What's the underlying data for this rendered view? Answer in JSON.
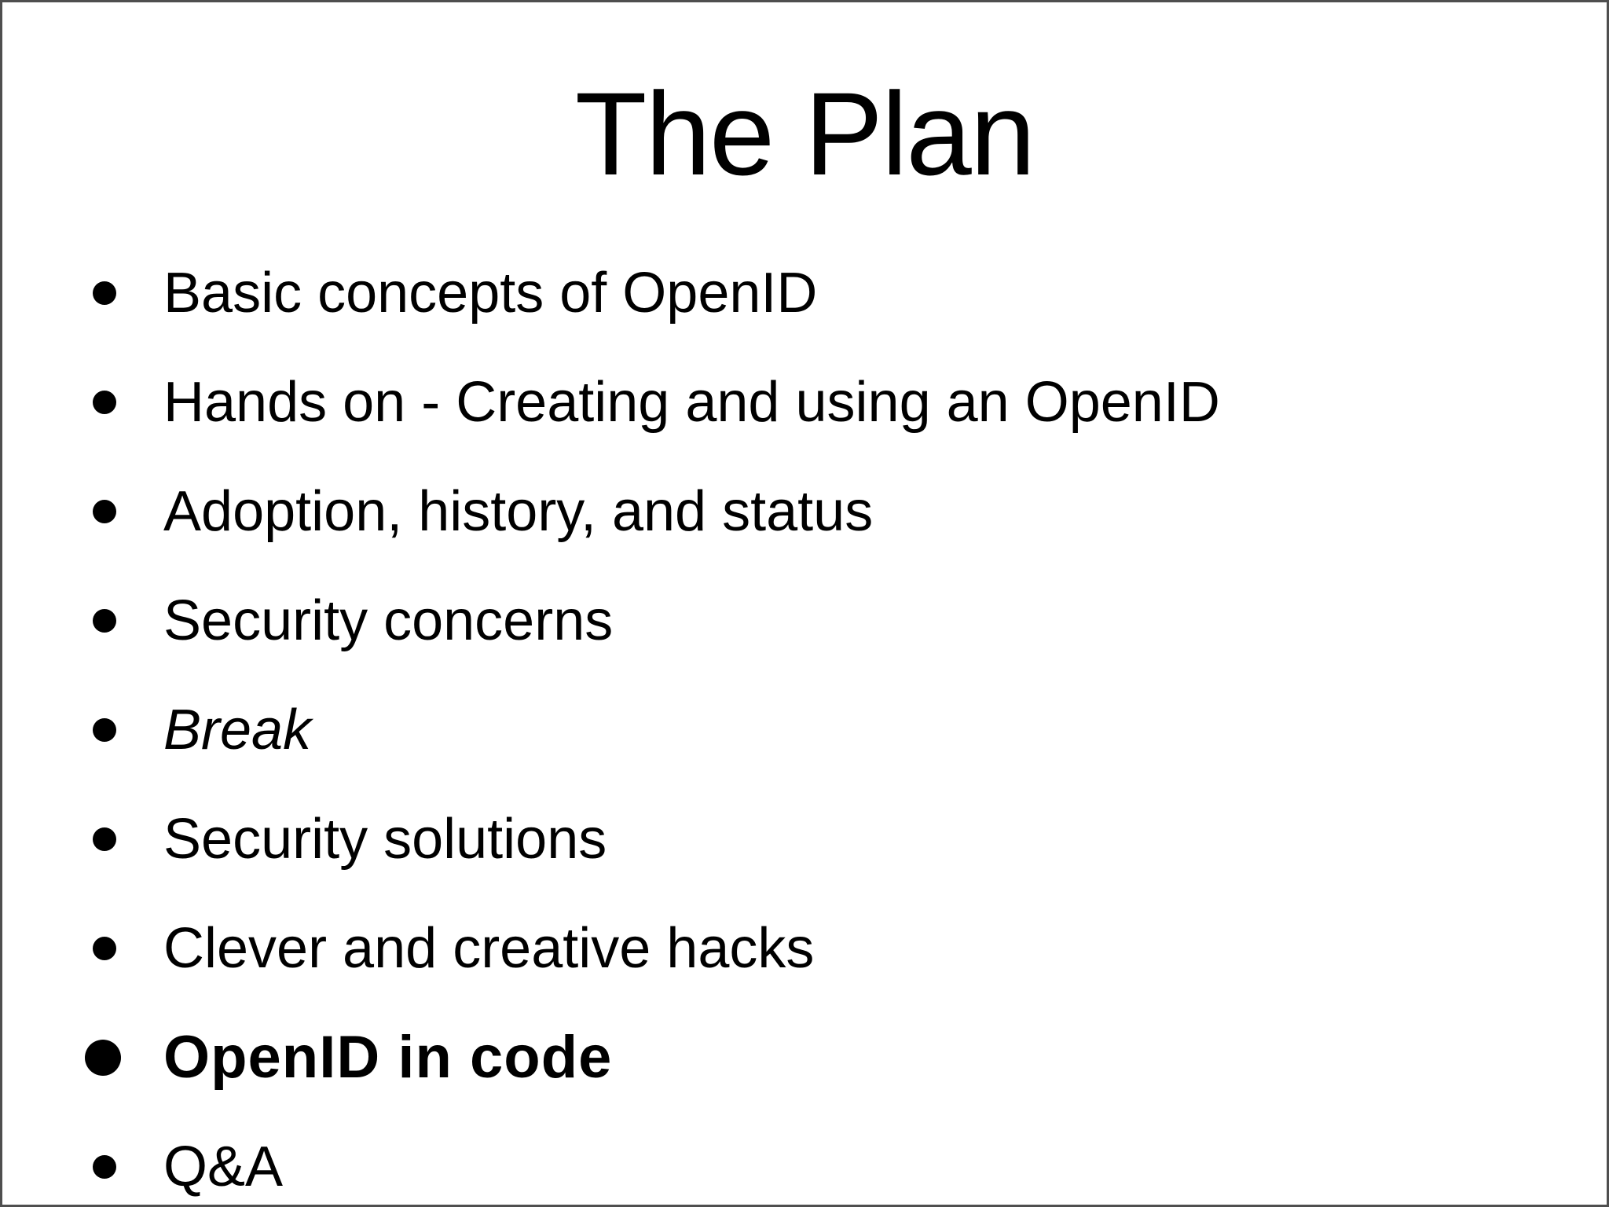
{
  "slide": {
    "title": "The Plan",
    "bullets": [
      {
        "text": "Basic concepts of OpenID",
        "style": "regular"
      },
      {
        "text": "Hands on - Creating and using an OpenID",
        "style": "regular"
      },
      {
        "text": "Adoption, history, and status",
        "style": "regular"
      },
      {
        "text": "Security concerns",
        "style": "regular"
      },
      {
        "text": "Break",
        "style": "italic"
      },
      {
        "text": "Security solutions",
        "style": "regular"
      },
      {
        "text": "Clever and creative hacks",
        "style": "regular"
      },
      {
        "text": "OpenID in code",
        "style": "bold"
      },
      {
        "text": "Q&A",
        "style": "regular"
      }
    ],
    "colors": {
      "background": "#ffffff",
      "text": "#000000",
      "border": "#4f4f4f"
    }
  }
}
